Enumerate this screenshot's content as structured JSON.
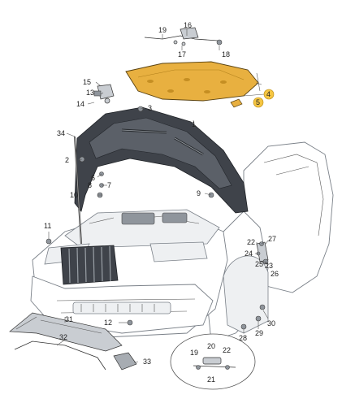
{
  "diagram": {
    "callouts": {
      "c1": "1",
      "c2": "2",
      "c3": "3",
      "c4": "4",
      "c5": "5",
      "c6": "6",
      "c7": "7",
      "c8": "8",
      "c9": "9",
      "c10": "10",
      "c11": "11",
      "c12": "12",
      "c13": "13",
      "c14": "14",
      "c15": "15",
      "c16": "16",
      "c17": "17",
      "c18": "18",
      "c19a": "19",
      "c19b": "19",
      "c20": "20",
      "c21": "21",
      "c22a": "22",
      "c22b": "22",
      "c23": "23",
      "c24": "24",
      "c25": "25",
      "c26": "26",
      "c27": "27",
      "c28": "28",
      "c29": "29",
      "c30": "30",
      "c31": "31",
      "c32": "32",
      "c33": "33",
      "c34": "34"
    },
    "colors": {
      "highlight_fill": "#e8b040",
      "highlight_badge": "#f5c542",
      "hood_dark": "#3f434a",
      "line": "#333333"
    },
    "highlighted_parts": [
      "4"
    ]
  }
}
